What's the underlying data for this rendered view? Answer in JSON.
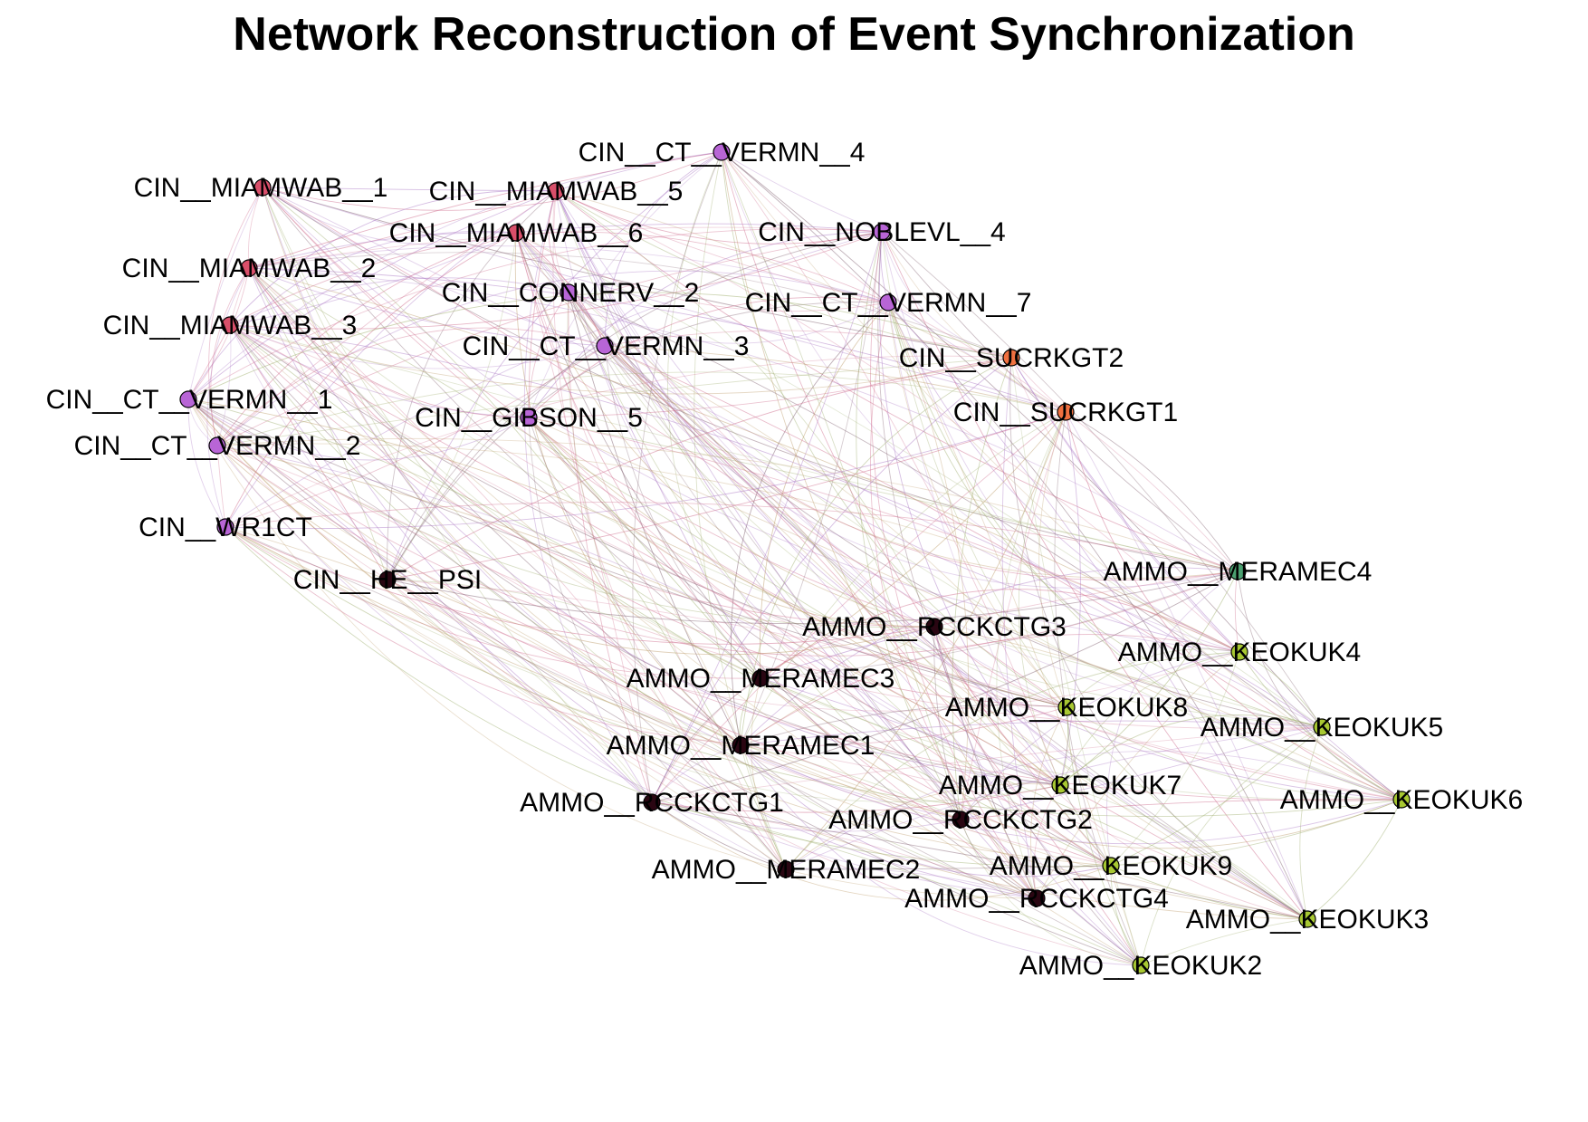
{
  "title": "Network Reconstruction of Event Synchronization",
  "groups": {
    "miamwab": "#d94f6a",
    "vermn": "#b865d6",
    "sucrk": "#f07040",
    "dark": "#2a0612",
    "keokuk": "#a8c832",
    "meramec4": "#4aa070"
  },
  "edge_color_tints": [
    "#d07090",
    "#b080c8",
    "#c0a070",
    "#a0b070",
    "#806070"
  ],
  "nodes": [
    {
      "id": "CIN__MIAMWAB__1",
      "group": "miamwab"
    },
    {
      "id": "CIN__MIAMWAB__5",
      "group": "miamwab"
    },
    {
      "id": "CIN__CT__VERMN__4",
      "group": "vermn"
    },
    {
      "id": "CIN__MIAMWAB__6",
      "group": "miamwab"
    },
    {
      "id": "CIN__NOBLEVL__4",
      "group": "vermn"
    },
    {
      "id": "CIN__MIAMWAB__2",
      "group": "miamwab"
    },
    {
      "id": "CIN__CONNERV__2",
      "group": "vermn"
    },
    {
      "id": "CIN__CT__VERMN__7",
      "group": "vermn"
    },
    {
      "id": "CIN__MIAMWAB__3",
      "group": "miamwab"
    },
    {
      "id": "CIN__CT__VERMN__3",
      "group": "vermn"
    },
    {
      "id": "CIN__SUCRKGT2",
      "group": "sucrk"
    },
    {
      "id": "CIN__CT__VERMN__1",
      "group": "vermn"
    },
    {
      "id": "CIN__SUCRKGT1",
      "group": "sucrk"
    },
    {
      "id": "CIN__GIBSON__5",
      "group": "vermn"
    },
    {
      "id": "CIN__CT__VERMN__2",
      "group": "vermn"
    },
    {
      "id": "CIN__WR1CT",
      "group": "vermn"
    },
    {
      "id": "CIN__HE__PSI",
      "group": "dark"
    },
    {
      "id": "AMMO__MERAMEC4",
      "group": "meramec4"
    },
    {
      "id": "AMMO__RCCKCTG3",
      "group": "dark"
    },
    {
      "id": "AMMO__KEOKUK4",
      "group": "keokuk"
    },
    {
      "id": "AMMO__MERAMEC3",
      "group": "dark"
    },
    {
      "id": "AMMO__KEOKUK8",
      "group": "keokuk"
    },
    {
      "id": "AMMO__KEOKUK5",
      "group": "keokuk"
    },
    {
      "id": "AMMO__MERAMEC1",
      "group": "dark"
    },
    {
      "id": "AMMO__KEOKUK7",
      "group": "keokuk"
    },
    {
      "id": "AMMO__KEOKUK6",
      "group": "keokuk"
    },
    {
      "id": "AMMO__RCCKCTG1",
      "group": "dark"
    },
    {
      "id": "AMMO__RCCKCTG2",
      "group": "dark"
    },
    {
      "id": "AMMO__KEOKUK9",
      "group": "keokuk"
    },
    {
      "id": "AMMO__MERAMEC2",
      "group": "dark"
    },
    {
      "id": "AMMO__RCCKCTG4",
      "group": "dark"
    },
    {
      "id": "AMMO__KEOKUK3",
      "group": "keokuk"
    },
    {
      "id": "AMMO__KEOKUK2",
      "group": "keokuk"
    }
  ]
}
